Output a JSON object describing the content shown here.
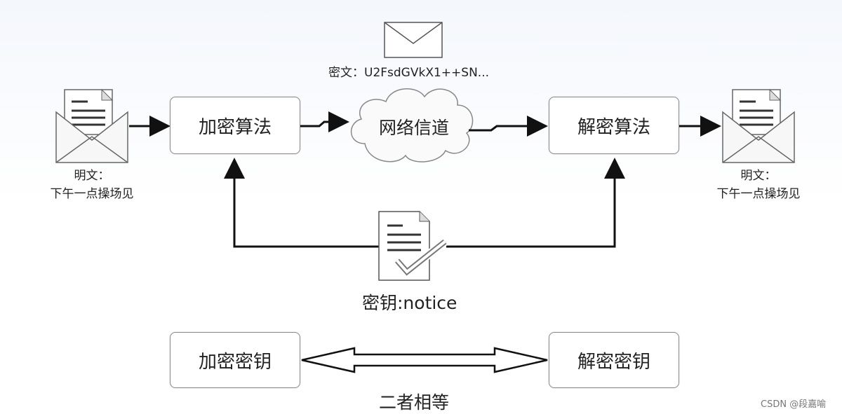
{
  "encrypt_algo": "加密算法",
  "decrypt_algo": "解密算法",
  "channel": "网络信道",
  "ciphertext": "密文：U2FsdGVkX1++SN...",
  "plaintext_left": {
    "line1": "明文：",
    "line2": "下午一点操场见"
  },
  "plaintext_right": {
    "line1": "明文：",
    "line2": "下午一点操场见"
  },
  "key_label": "密钥:notice",
  "enc_key": "加密密钥",
  "dec_key": "解密密钥",
  "equal_label": "二者相等",
  "watermark": "CSDN @段嘉喻",
  "icons": [
    "envelope-icon",
    "letter-envelope-icon",
    "cloud-icon",
    "document-check-icon"
  ]
}
